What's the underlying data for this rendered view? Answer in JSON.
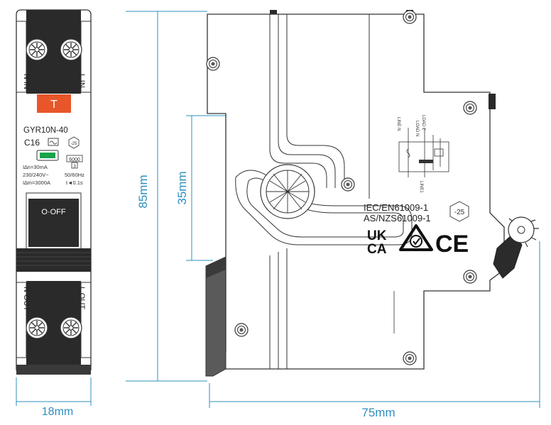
{
  "front": {
    "terminal_top_left": "N IN",
    "terminal_top_right": "L IN",
    "terminal_bottom_left": "N OUT",
    "terminal_bottom_right": "L OUT",
    "test_button": "T",
    "model": "GYR10N-40",
    "rating": "C16",
    "temp_rating": "-25",
    "breaking_capacity": "6000",
    "energy_class": "3",
    "spec_line1": "I∆n=30mA",
    "spec_line2": "230/240V~",
    "spec_line3": "I∆m=3000A",
    "spec_line4": "50/60Hz",
    "spec_line5": "t◄0.1s",
    "switch_label": "O·OFF"
  },
  "side": {
    "standard1": "IEC/EN61009-1",
    "standard2": "AS/NZS61009-1",
    "temp_rating": "-25",
    "mark_ukca_top": "UK",
    "mark_ukca_bottom": "CA",
    "mark_ce": "CE",
    "schematic_line_n": "LINE N",
    "schematic_load_n": "LOAD N",
    "schematic_load_2": "LOAD 2",
    "schematic_line_1": "LINE1"
  },
  "dimensions": {
    "height": "85mm",
    "rail_height": "35mm",
    "width": "18mm",
    "depth": "75mm"
  },
  "colors": {
    "dimension": "#2f8fc0",
    "test_button": "#e8562a",
    "indicator": "#1aa34a",
    "body_dark": "#2a2a2a",
    "outline": "#333333"
  },
  "icons": [
    "terminal-screw-icon",
    "hexagon-temperature-icon",
    "ukca-mark-icon",
    "rcm-mark-icon",
    "ce-mark-icon"
  ]
}
